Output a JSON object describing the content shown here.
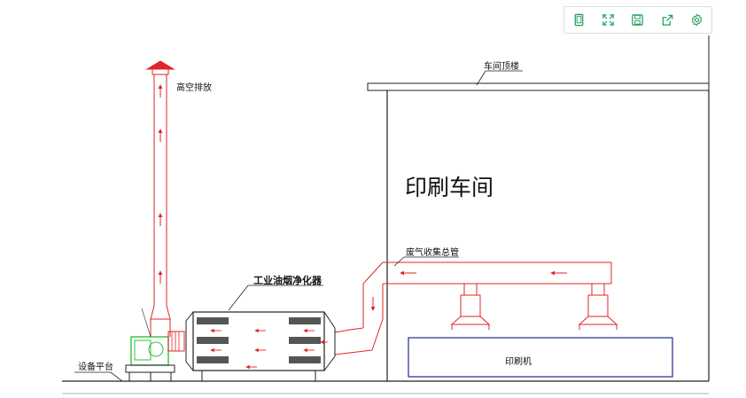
{
  "toolbar": {
    "buttons": [
      {
        "name": "fullscreen-page-icon"
      },
      {
        "name": "expand-icon"
      },
      {
        "name": "save-icon"
      },
      {
        "name": "share-icon"
      },
      {
        "name": "settings-icon"
      }
    ],
    "accent": "#19a05a"
  },
  "diagram": {
    "labels": {
      "chimney": "高空排放",
      "roof": "车间顶楼",
      "workshop": "印刷车间",
      "duct": "废气收集总管",
      "purifier": "工业油烟净化器",
      "printer": "印刷机",
      "platform": "设备平台"
    },
    "colors": {
      "duct": "#e0242a",
      "fan": "#2fc13c",
      "printer_outline": "#1e2a8c",
      "lines": "#222222",
      "filter_fill": "#555555"
    }
  }
}
